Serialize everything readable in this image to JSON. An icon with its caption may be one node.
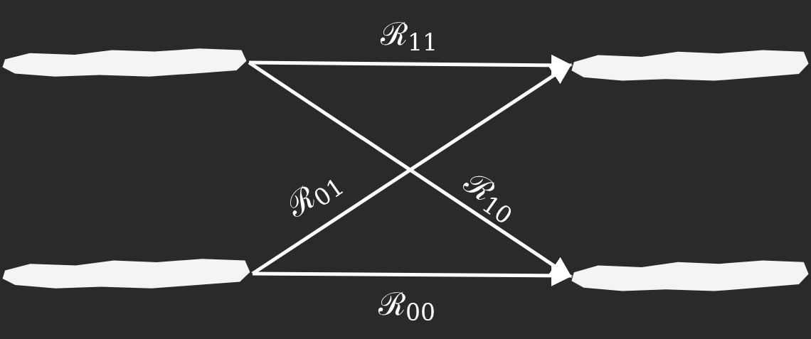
{
  "diagram": {
    "nodes": [
      {
        "text": [],
        "shape": "bar"
      },
      {
        "text": [],
        "shape": "bar"
      },
      {
        "text": [],
        "shape": "bar"
      },
      {
        "text": [],
        "shape": "bar"
      }
    ],
    "edges": [
      {
        "from": 0,
        "to": 1,
        "arrow": "to",
        "label": "ℛ$_{11}$"
      },
      {
        "from": 0,
        "to": 3,
        "arrow": "to",
        "label": "ℛ$_{10}$"
      },
      {
        "from": 2,
        "to": 1,
        "arrow": "to",
        "label": "ℛ$_{01}$"
      },
      {
        "from": 2,
        "to": 3,
        "arrow": "to",
        "label": "ℛ$_{00}$"
      }
    ]
  }
}
